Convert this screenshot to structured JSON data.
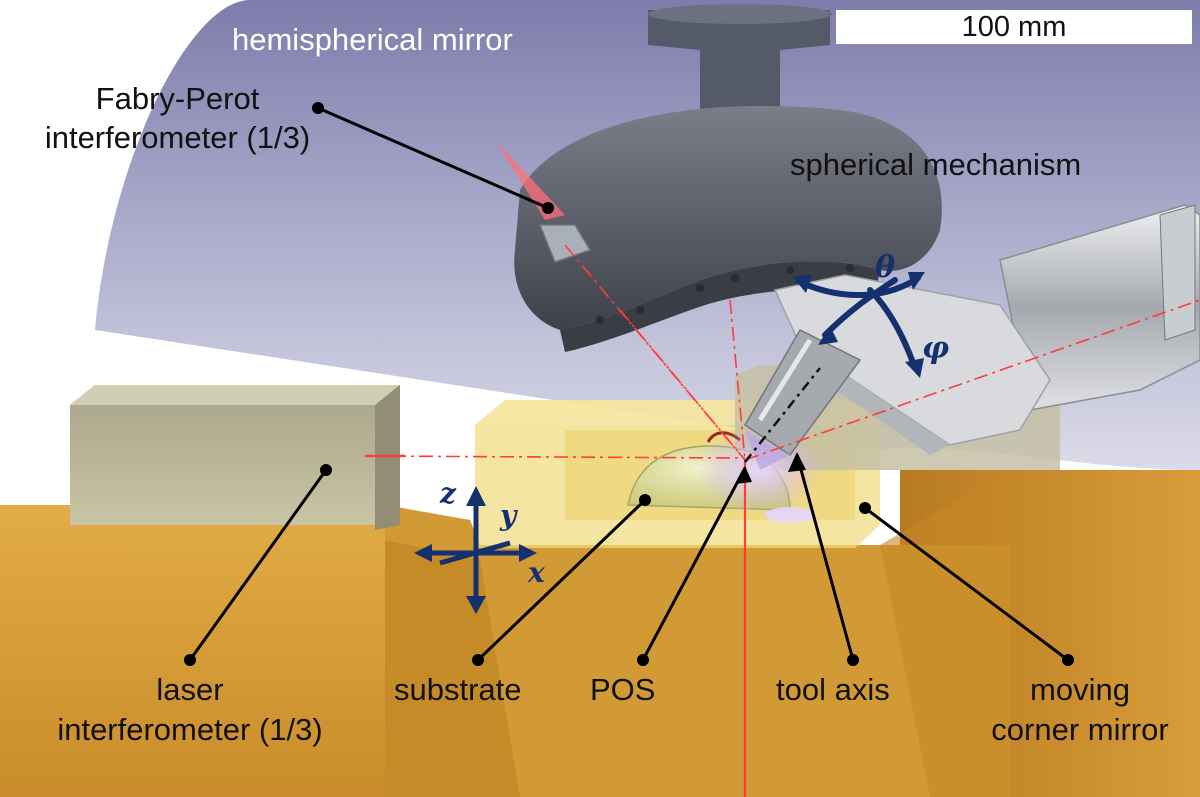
{
  "labels": {
    "hemispherical_mirror": "hemispherical mirror",
    "fabry_perot_line1": "Fabry-Perot",
    "fabry_perot_line2": "interferometer (1/3)",
    "spherical_mechanism": "spherical mechanism",
    "laser_line1": "laser",
    "laser_line2": "interferometer (1/3)",
    "substrate": "substrate",
    "pos": "POS",
    "tool_axis": "tool axis",
    "moving_line1": "moving",
    "moving_line2": "corner mirror"
  },
  "scale_bar": "100 mm",
  "axes": {
    "z": "z",
    "y": "y",
    "x": "x",
    "theta": "θ",
    "phi": "φ"
  },
  "colors": {
    "mirror": "#8e8db7",
    "base": "#d8a036",
    "laser": "#ff3b3b",
    "arrow": "#15306e",
    "metal": "#5d606b"
  }
}
